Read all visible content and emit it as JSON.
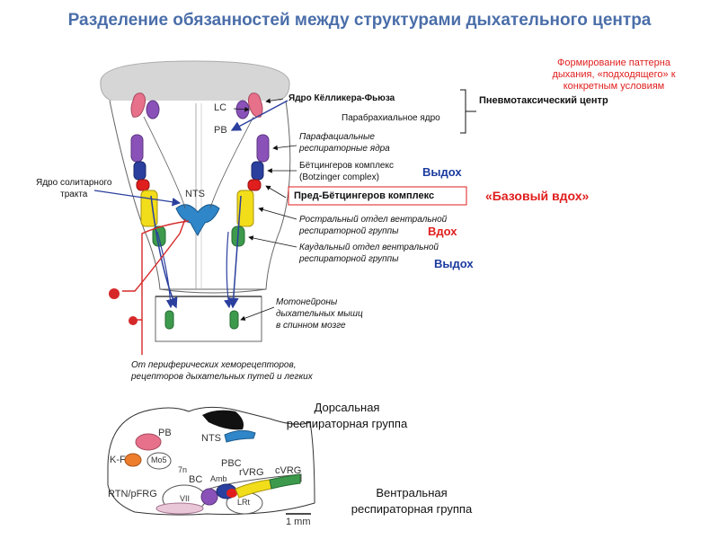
{
  "title": "Разделение обязанностей между структурами дыхательного центра",
  "note_red": [
    "Формирование паттерна",
    "дыхания, «подходящего» к",
    "конкретным условиям"
  ],
  "pneumotaxic": "Пневмотаксический центр",
  "kolliker_fuse": "Ядро Кёлликера-Фьюза",
  "parabrachial": "Парабрахиальное ядро",
  "parafacial": [
    "Парафациальные",
    "респираторные ядра"
  ],
  "botzinger": [
    "Бётцингеров комплекс",
    "(Botzinger complex)"
  ],
  "exhale_1": "Выдох",
  "prebotzinger": "Пред-Бётцингеров комплекс",
  "base_inhale": "«Базовый вдох»",
  "rostral_vrg": [
    "Ростральный отдел вентральной",
    "респираторной группы"
  ],
  "inhale": "Вдох",
  "caudal_vrg": [
    "Каудальный отдел вентральной",
    "респираторной группы"
  ],
  "exhale_2": "Выдох",
  "motoneurons": [
    "Мотонейроны",
    "дыхательных мышц",
    "в спинном мозге"
  ],
  "peripheral": [
    "От периферических хеморецепторов,",
    "рецепторов дыхательных путей и легких"
  ],
  "solitary": [
    "Ядро солитарного",
    "тракта"
  ],
  "anat_labels": {
    "lc": "LC",
    "pb": "PB",
    "nts": "NTS"
  },
  "dorsal_group": [
    "Дорсальная",
    "респираторная группа"
  ],
  "ventral_group": [
    "Вентральная",
    "респираторная группа"
  ],
  "section_labels": {
    "pb": "PB",
    "nts": "NTS",
    "kf": "K-F",
    "mo5": "Mo5",
    "seven_n": "7n",
    "rtn_pfrg": "RTN/pFRG",
    "vii": "VII",
    "bc": "BC",
    "amb": "Amb",
    "pbc": "PBC",
    "rvrg": "rVRG",
    "cvrg": "cVRG",
    "lrt": "LRt",
    "scale": "1 mm"
  },
  "colors": {
    "title": "#4a6ea9",
    "red": "#e01e1e",
    "blue_text": "#1b3a9e",
    "pink": "#e7708a",
    "purple": "#8a52b8",
    "darkblue": "#2b3f9e",
    "yellow": "#f2dd1a",
    "green": "#3d9a4c",
    "lightblue": "#2f86c8",
    "orange": "#ee7d2b"
  }
}
